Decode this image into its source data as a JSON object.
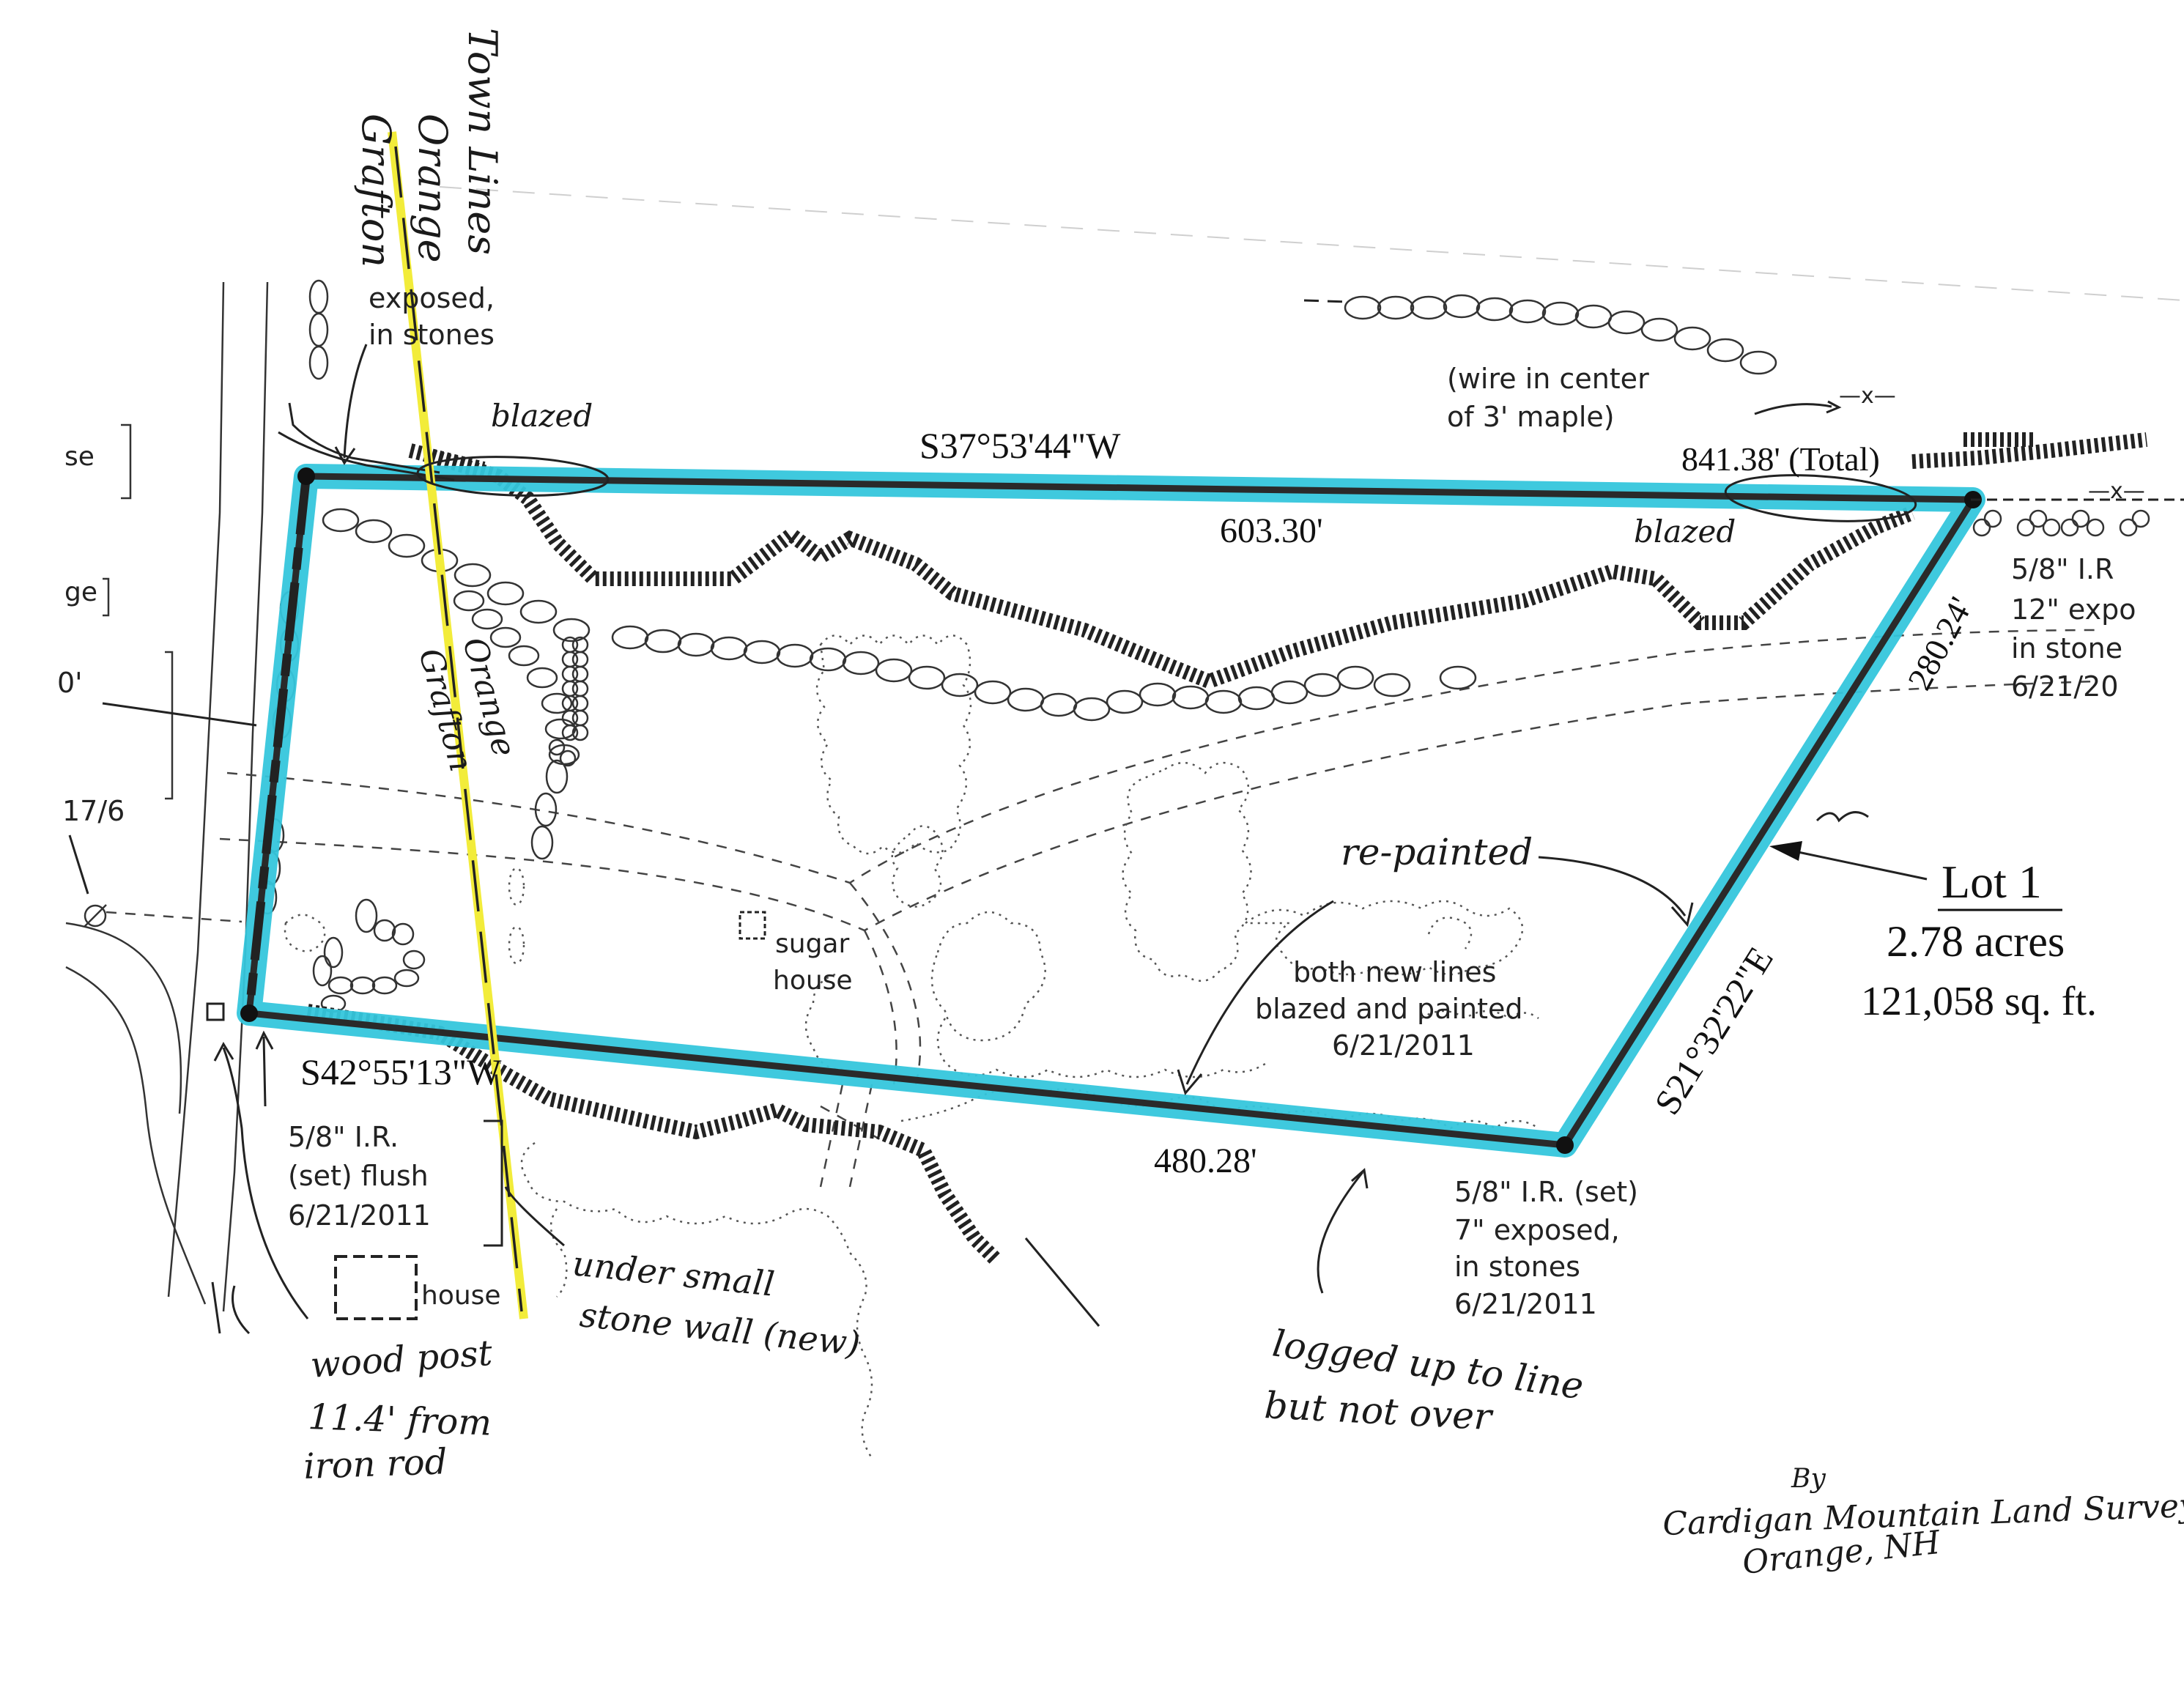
{
  "colors": {
    "boundary_highlight": "#35c6dc",
    "boundary_line": "#2a2a2a",
    "town_line_highlight": "#f2ec3a",
    "ink": "#222222",
    "paper": "#ffffff"
  },
  "town_lines": {
    "title": "Town Lines",
    "west_town": "Grafton",
    "east_town": "Orange"
  },
  "lot": {
    "name": "Lot 1",
    "acres": "2.78 acres",
    "sqft": "121,058 sq. ft."
  },
  "bearings": {
    "north": "S37°53'44\"W",
    "south": "S42°55'13\"W",
    "east": "S21°32'22\"E"
  },
  "distances": {
    "north_part": "603.30'",
    "north_total": "841.38' (Total)",
    "east": "280.24'",
    "south": "480.28'"
  },
  "features": {
    "sugar_house": [
      "sugar",
      "house"
    ],
    "house": "house",
    "left_fragments": [
      "se",
      "ge",
      "0'",
      "17/6"
    ]
  },
  "notes": {
    "nw_corner": [
      "exposed,",
      "in  stones"
    ],
    "wire": [
      "(wire  in  center",
      "of  3'  maple)"
    ],
    "blazed_north": "blazed",
    "blazed_ne": "blazed",
    "ne_corner": [
      "5/8\"  I.R",
      "12\"  expo",
      "in  stone",
      "6/21/20"
    ],
    "sw_corner": [
      "5/8\"  I.R.",
      "(set)  flush",
      "6/21/2011"
    ],
    "se_corner": [
      "5/8\"  I.R.  (set)",
      "7\"  exposed,",
      "in  stones",
      "6/21/2011"
    ],
    "new_lines": [
      "both  new  lines",
      "blazed  and  painted",
      "6/21/2011"
    ],
    "repainted": "re-painted",
    "stone_wall": [
      "under small",
      "stone wall (new)"
    ],
    "wood_post": [
      "wood post",
      "11.4' from",
      "iron rod"
    ],
    "logged": [
      "logged up to line",
      "but not over"
    ],
    "surveyor": [
      "By",
      "Cardigan Mountain Land Surveys",
      "Orange, NH"
    ]
  }
}
